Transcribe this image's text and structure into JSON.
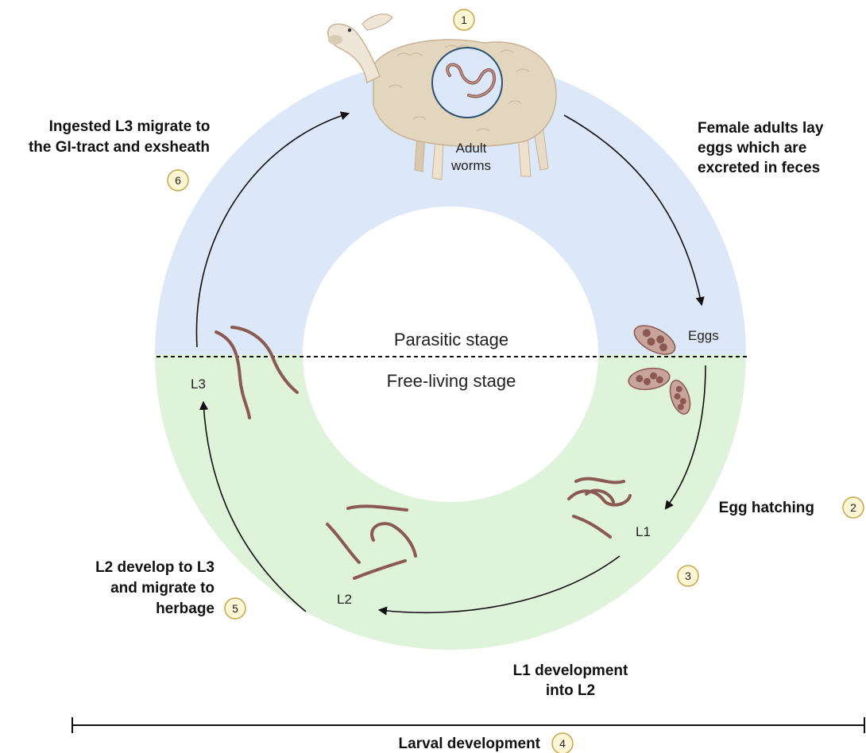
{
  "stages": {
    "parasitic": "Parasitic stage",
    "free_living": "Free-living stage"
  },
  "host": {
    "label_line1": "Adult",
    "label_line2": "worms"
  },
  "steps": [
    {
      "number": "1"
    },
    {
      "number": "2",
      "label": "Egg hatching"
    },
    {
      "number": "3"
    },
    {
      "number": "4",
      "label": "Larval development"
    },
    {
      "number": "5",
      "label_lines": [
        "L2 develop to L3",
        "and migrate to",
        "herbage"
      ]
    },
    {
      "number": "6",
      "label_lines": [
        "Ingested L3 migrate to",
        "the GI-tract and exsheath"
      ]
    }
  ],
  "annotations": {
    "female_adults": [
      "Female adults lay",
      "eggs which are",
      "excreted in feces"
    ],
    "l1_development": [
      "L1 development",
      "into L2"
    ]
  },
  "markers": {
    "eggs": "Eggs",
    "l1": "L1",
    "l2": "L2",
    "l3": "L3"
  },
  "colors": {
    "parasitic_band": "#dce8f7",
    "free_living_band": "#dff2da",
    "worm": "#8a5a52",
    "step_circle_fill": "#fff6d6",
    "step_circle_stroke": "#c9a64a"
  }
}
